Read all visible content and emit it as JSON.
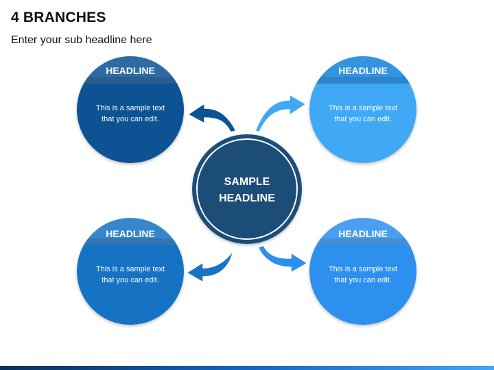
{
  "slide": {
    "title": "4 BRANCHES",
    "subtitle": "Enter your sub headline here"
  },
  "center": {
    "line1": "SAMPLE",
    "line2": "HEADLINE",
    "color": "#1f4e79"
  },
  "branches": [
    {
      "position": "top-left",
      "headline": "HEADLINE",
      "text_line1": "This is a sample text",
      "text_line2": "that you can edit.",
      "color": "#0b5394"
    },
    {
      "position": "top-right",
      "headline": "HEADLINE",
      "text_line1": "This is a sample text",
      "text_line2": "that you can edit.",
      "color": "#3fa9f5"
    },
    {
      "position": "bottom-left",
      "headline": "HEADLINE",
      "text_line1": "This is a sample text",
      "text_line2": "that you can edit.",
      "color": "#1873c4"
    },
    {
      "position": "bottom-right",
      "headline": "HEADLINE",
      "text_line1": "This is a sample text",
      "text_line2": "that you can edit.",
      "color": "#2d90ee"
    }
  ],
  "arrow_icons": [
    "curved-arrow-icon"
  ]
}
